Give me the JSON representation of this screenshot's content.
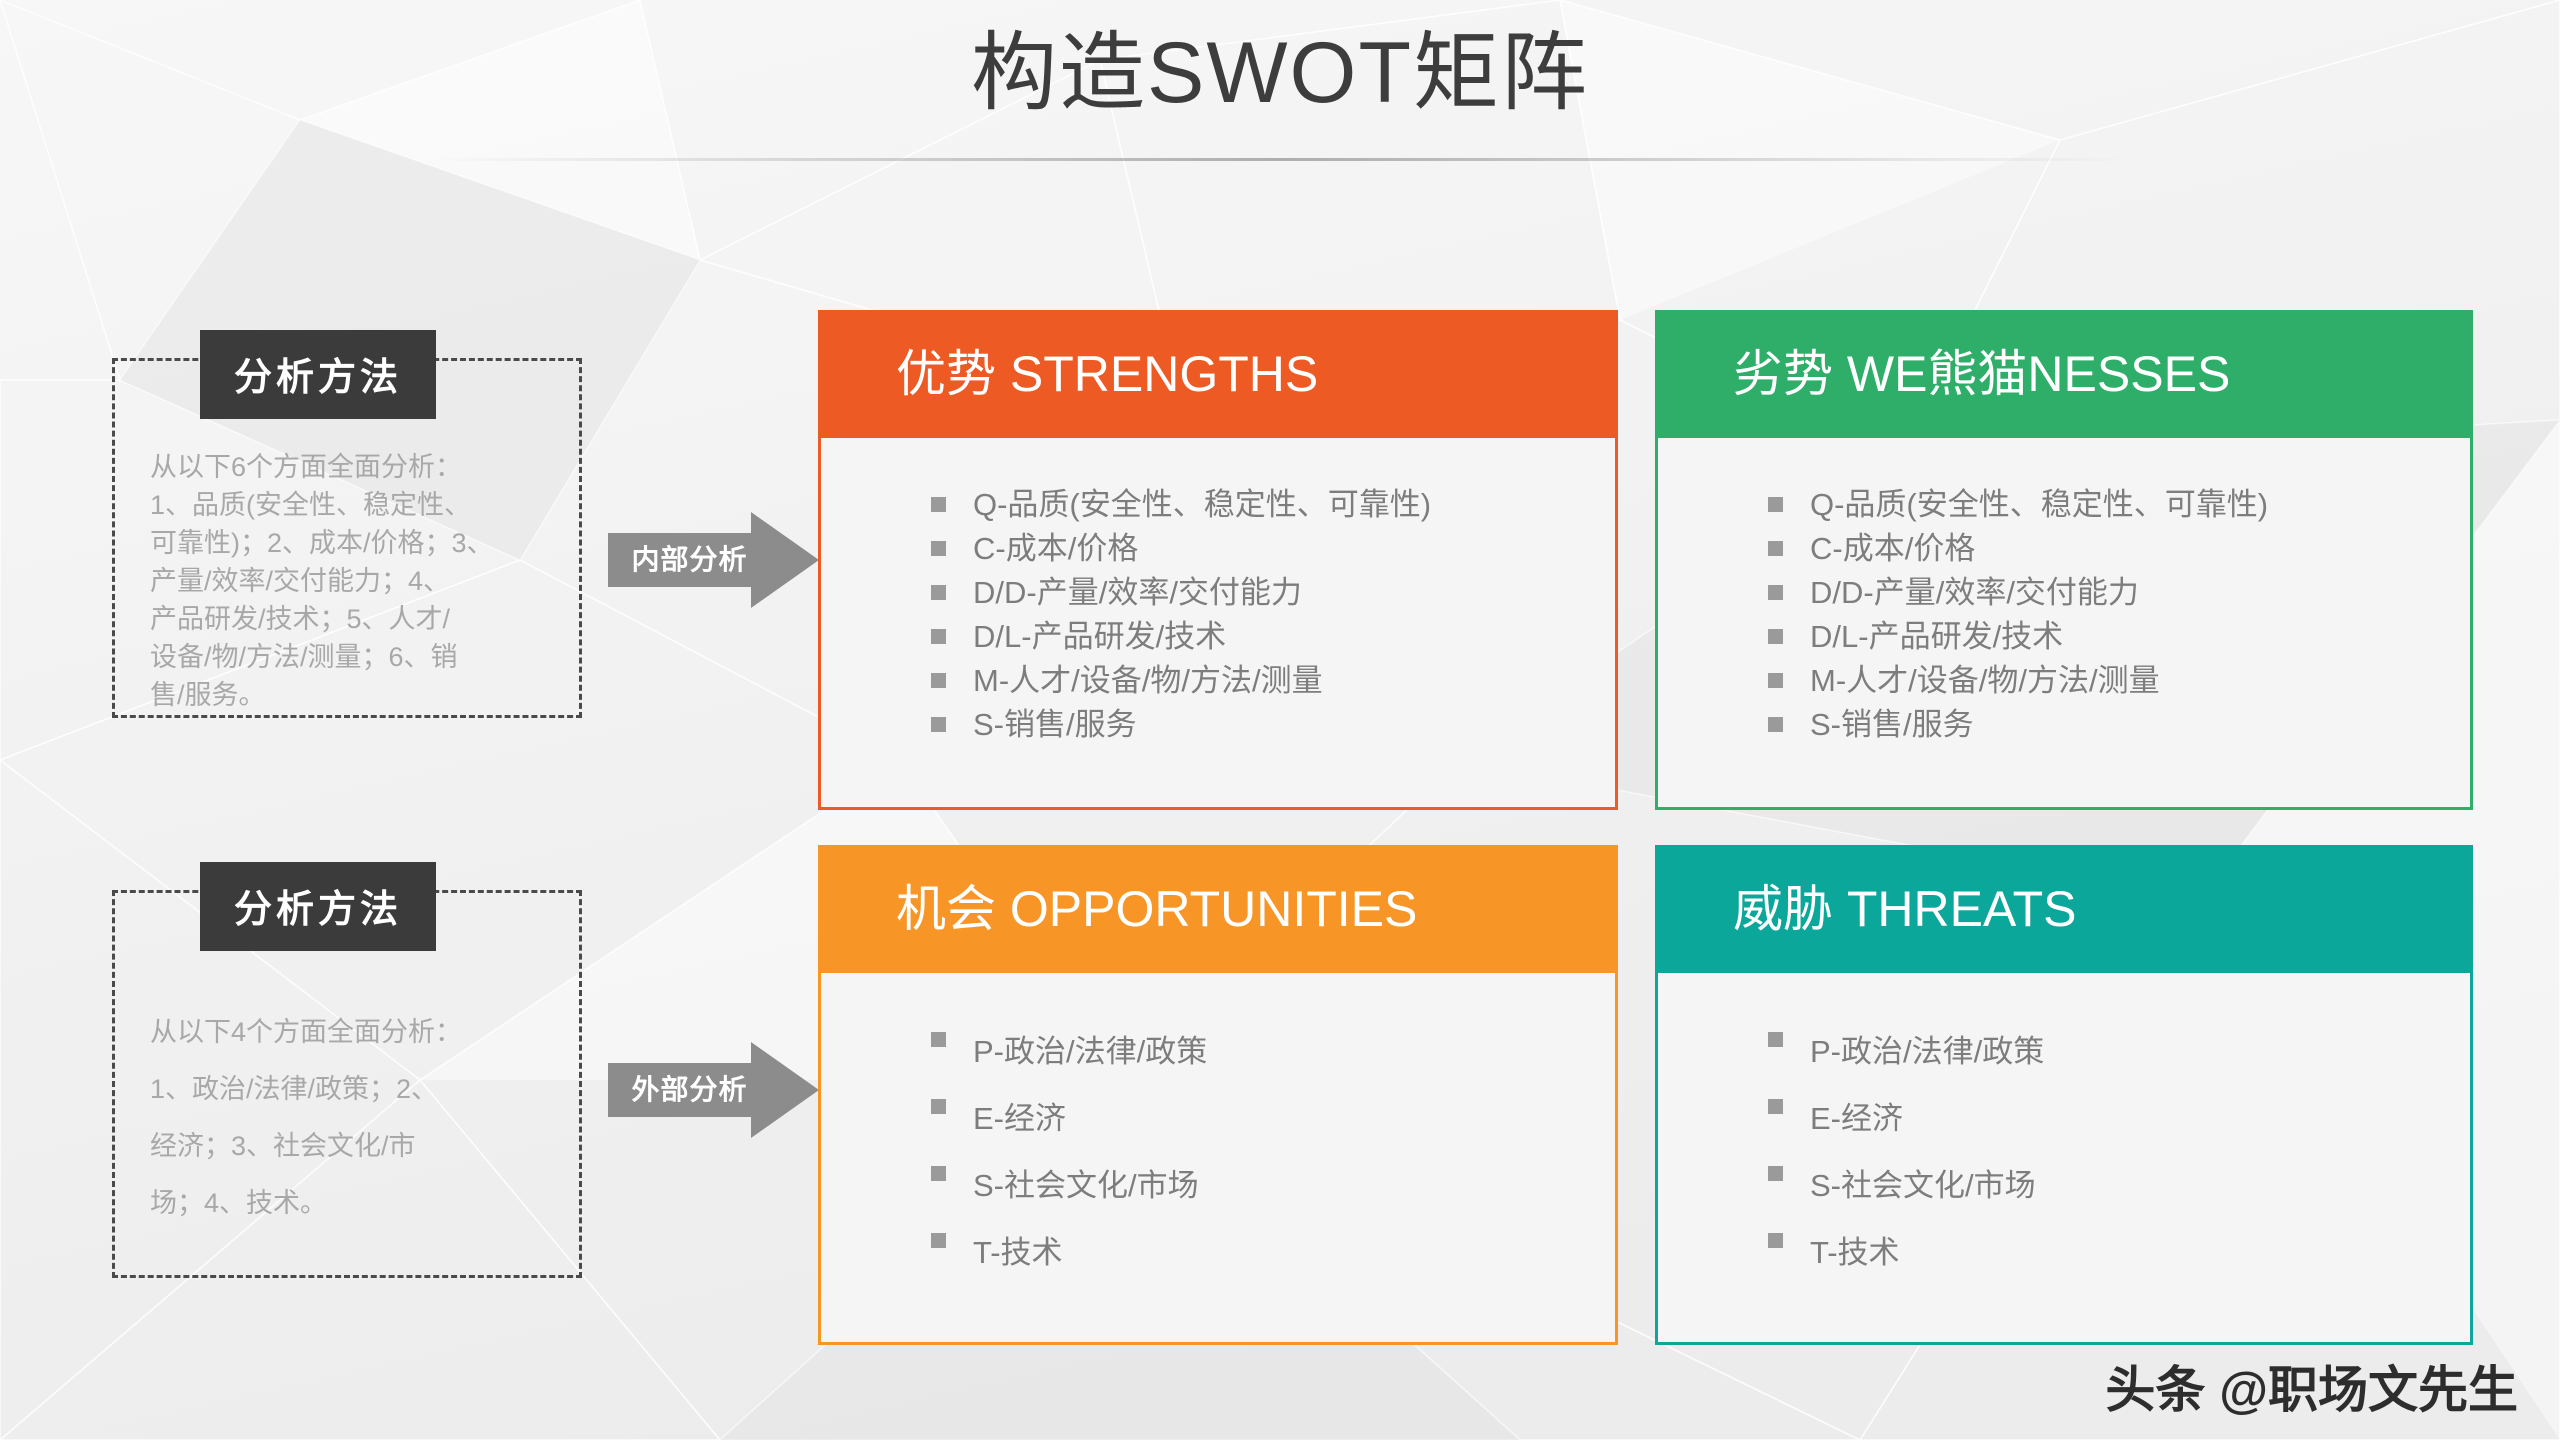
{
  "page": {
    "title": "构造SWOT矩阵",
    "watermark": "头条 @职场文先生"
  },
  "colors": {
    "strengths": "#ee5a24",
    "weaknesses": "#2eae68",
    "opportunities": "#f79627",
    "threats": "#0ca79b",
    "tag_background": "#3b3b3b",
    "arrow": "#8c8c8c",
    "body_text": "#7d7d7d",
    "muted_text": "#a8a8a8"
  },
  "sidebar": {
    "top": {
      "tag": "分析方法",
      "text": "从以下6个方面全面分析：\n1、品质(安全性、稳定性、\n可靠性)；2、成本/价格；3、\n产量/效率/交付能力；4、\n产品研发/技术；5、人才/\n设备/物/方法/测量；6、销\n售/服务。"
    },
    "bottom": {
      "tag": "分析方法",
      "text": "从以下4个方面全面分析：\n1、政治/法律/政策；2、\n经济；3、社会文化/市\n场；4、技术。"
    }
  },
  "arrows": [
    {
      "label": "内部分析",
      "name": "internal-analysis"
    },
    {
      "label": "外部分析",
      "name": "external-analysis"
    }
  ],
  "quadrants": {
    "strengths": {
      "header": "优势 STRENGTHS",
      "items": [
        "Q-品质(安全性、稳定性、可靠性)",
        "C-成本/价格",
        "D/D-产量/效率/交付能力",
        "D/L-产品研发/技术",
        "M-人才/设备/物/方法/测量",
        "S-销售/服务"
      ]
    },
    "weaknesses": {
      "header": "劣势 WE熊猫NESSES",
      "items": [
        "Q-品质(安全性、稳定性、可靠性)",
        "C-成本/价格",
        "D/D-产量/效率/交付能力",
        "D/L-产品研发/技术",
        "M-人才/设备/物/方法/测量",
        "S-销售/服务"
      ]
    },
    "opportunities": {
      "header": "机会  OPPORTUNITIES",
      "items": [
        "P-政治/法律/政策",
        "E-经济",
        "S-社会文化/市场",
        "T-技术"
      ]
    },
    "threats": {
      "header": "威胁 THREATS",
      "items": [
        "P-政治/法律/政策",
        "E-经济",
        "S-社会文化/市场",
        "T-技术"
      ]
    }
  }
}
